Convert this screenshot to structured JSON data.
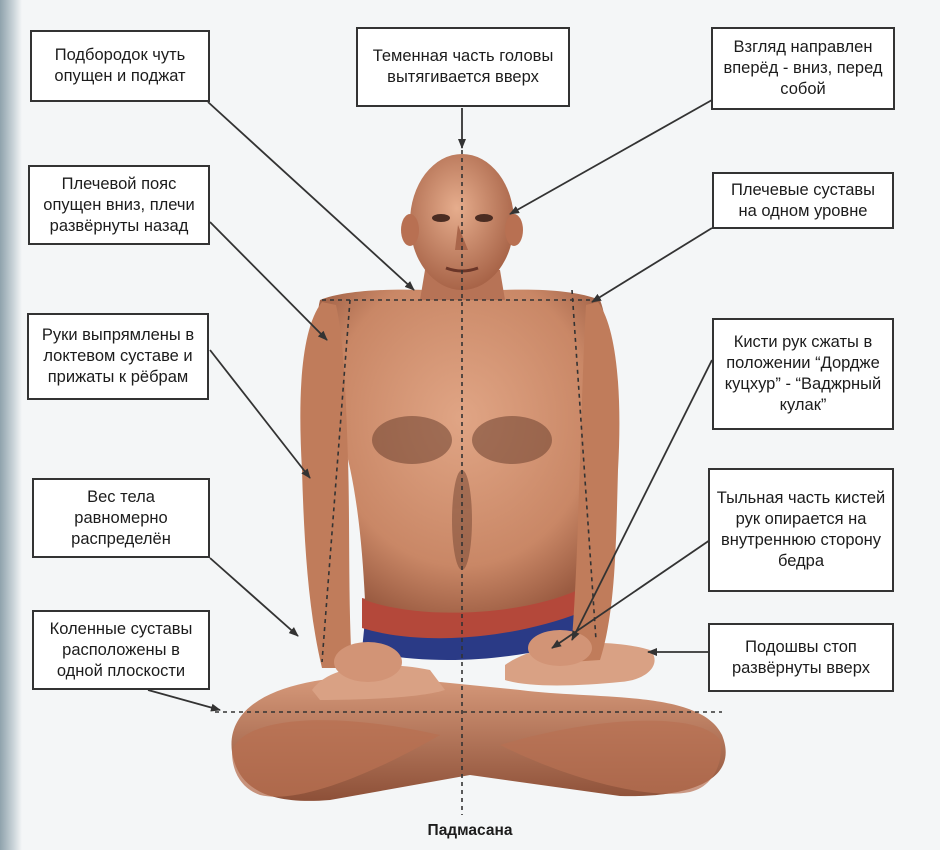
{
  "caption": "Падмасана",
  "labels": {
    "chin": "Подбородок чуть опущен и поджат",
    "crown": "Теменная часть головы вытягивается вверх",
    "gaze": "Взгляд направлен вперёд - вниз, перед собой",
    "shoulder_girdle": "Плечевой пояс опущен вниз, плечи развёрнуты назад",
    "shoulder_joints": "Плечевые суставы на одном уровне",
    "arms": "Руки выпрямлены в локтевом суставе и прижаты к рёбрам",
    "fists": "Кисти рук сжаты в положении “Дордже куцхур” - “Ваджрный кулак”",
    "weight": "Вес тела равномерно распределён",
    "hands_back": "Тыльная часть кистей рук опирается на внутреннюю сторону бедра",
    "knees": "Коленные суставы расположены в одной плоскости",
    "soles": "Подошвы стоп развёрнуты вверх"
  },
  "colors": {
    "skin": "#c98766",
    "skin_dark": "#9a5b41",
    "belt": "#b4483a",
    "shorts": "#2a3a86",
    "guide_line": "#333333"
  }
}
